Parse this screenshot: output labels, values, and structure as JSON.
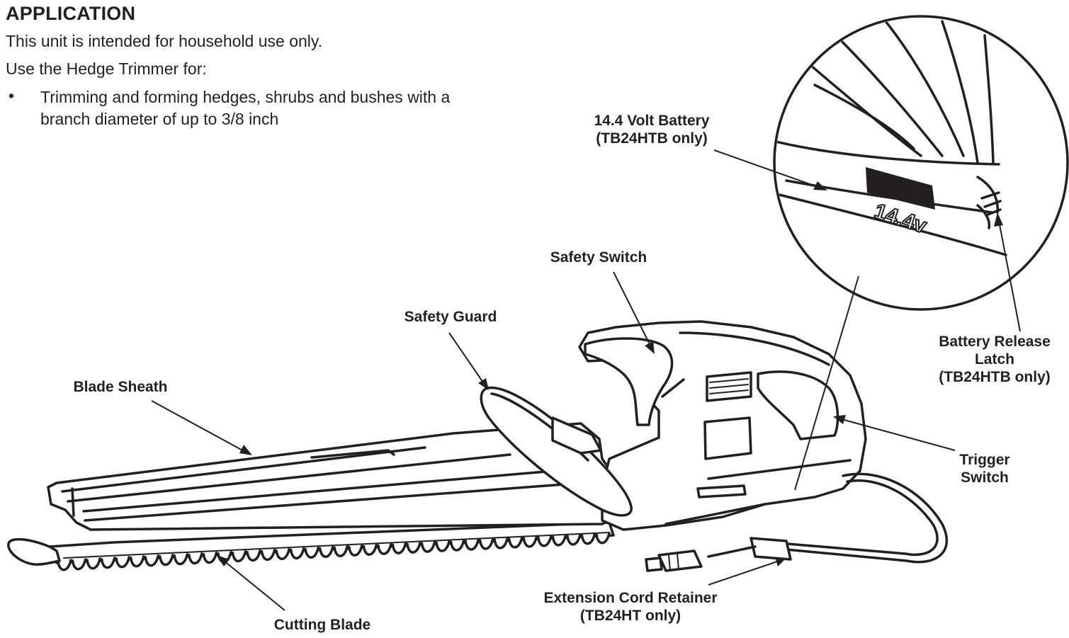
{
  "application": {
    "heading": "APPLICATION",
    "line1": "This unit is intended for household use only.",
    "line2": "Use the Hedge Trimmer for:",
    "bullet_symbol": "•",
    "bullet_text": "Trimming and forming hedges, shrubs and bushes with a branch diameter of up to 3/8 inch"
  },
  "labels": {
    "battery_l1": "14.4 Volt Battery",
    "battery_l2": "(TB24HTB only)",
    "safety_switch": "Safety Switch",
    "safety_guard": "Safety Guard",
    "blade_sheath": "Blade Sheath",
    "release_l1": "Battery Release",
    "release_l2": "Latch",
    "release_l3": "(TB24HTB only)",
    "trigger_l1": "Trigger",
    "trigger_l2": "Switch",
    "cord_l1": "Extension Cord Retainer",
    "cord_l2": "(TB24HT only)",
    "cutting_blade": "Cutting Blade"
  },
  "battery_marking": "14.4v"
}
